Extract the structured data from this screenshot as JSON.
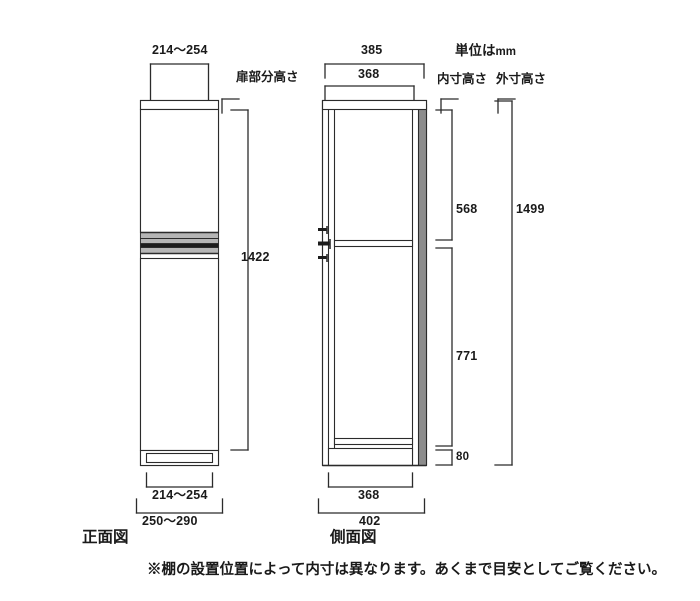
{
  "document": {
    "unit_note": "単位は",
    "unit_suffix": "mm",
    "footer_note": "※棚の設置位置によって内寸は異なります。あくまで目安としてご覧ください。"
  },
  "views": {
    "front": {
      "caption": "正面図",
      "labels": {
        "door_height": "扉部分高さ",
        "top_width": "214〜254",
        "inner_width_bottom": "214〜254",
        "outer_width_bottom": "250〜290",
        "door_height_value": "1422"
      }
    },
    "side": {
      "caption": "側面図",
      "labels": {
        "outer_depth_top": "385",
        "inner_depth_top": "368",
        "inner_height_label": "内寸高さ",
        "outer_height_label": "外寸高さ",
        "upper_compartment": "568",
        "lower_compartment": "771",
        "base_height": "80",
        "total_height": "1499",
        "inner_depth_bottom": "368",
        "outer_depth_bottom": "402"
      }
    }
  },
  "colors": {
    "line": "#2b2b2b",
    "fill_light": "#ffffff",
    "fill_gray": "#8c8c8c",
    "fill_midgray": "#b5b5b5",
    "fill_dark": "#1c1c1c",
    "background": "#ffffff",
    "text": "#1a1a1a"
  },
  "chart_data": {
    "type": "table",
    "title": "収納家具 寸法図 (正面図 / 側面図)",
    "units": "mm",
    "front_view": {
      "height_door_section_mm": 1422,
      "inner_width_mm": "214〜254",
      "outer_width_mm": "250〜290"
    },
    "side_view": {
      "outer_depth_mm": 402,
      "inner_depth_mm": 368,
      "outer_depth_top_mm": 385,
      "inner_depth_top_mm": 368,
      "upper_inner_height_mm": 568,
      "lower_inner_height_mm": 771,
      "base_height_mm": 80,
      "total_outer_height_mm": 1499
    }
  }
}
